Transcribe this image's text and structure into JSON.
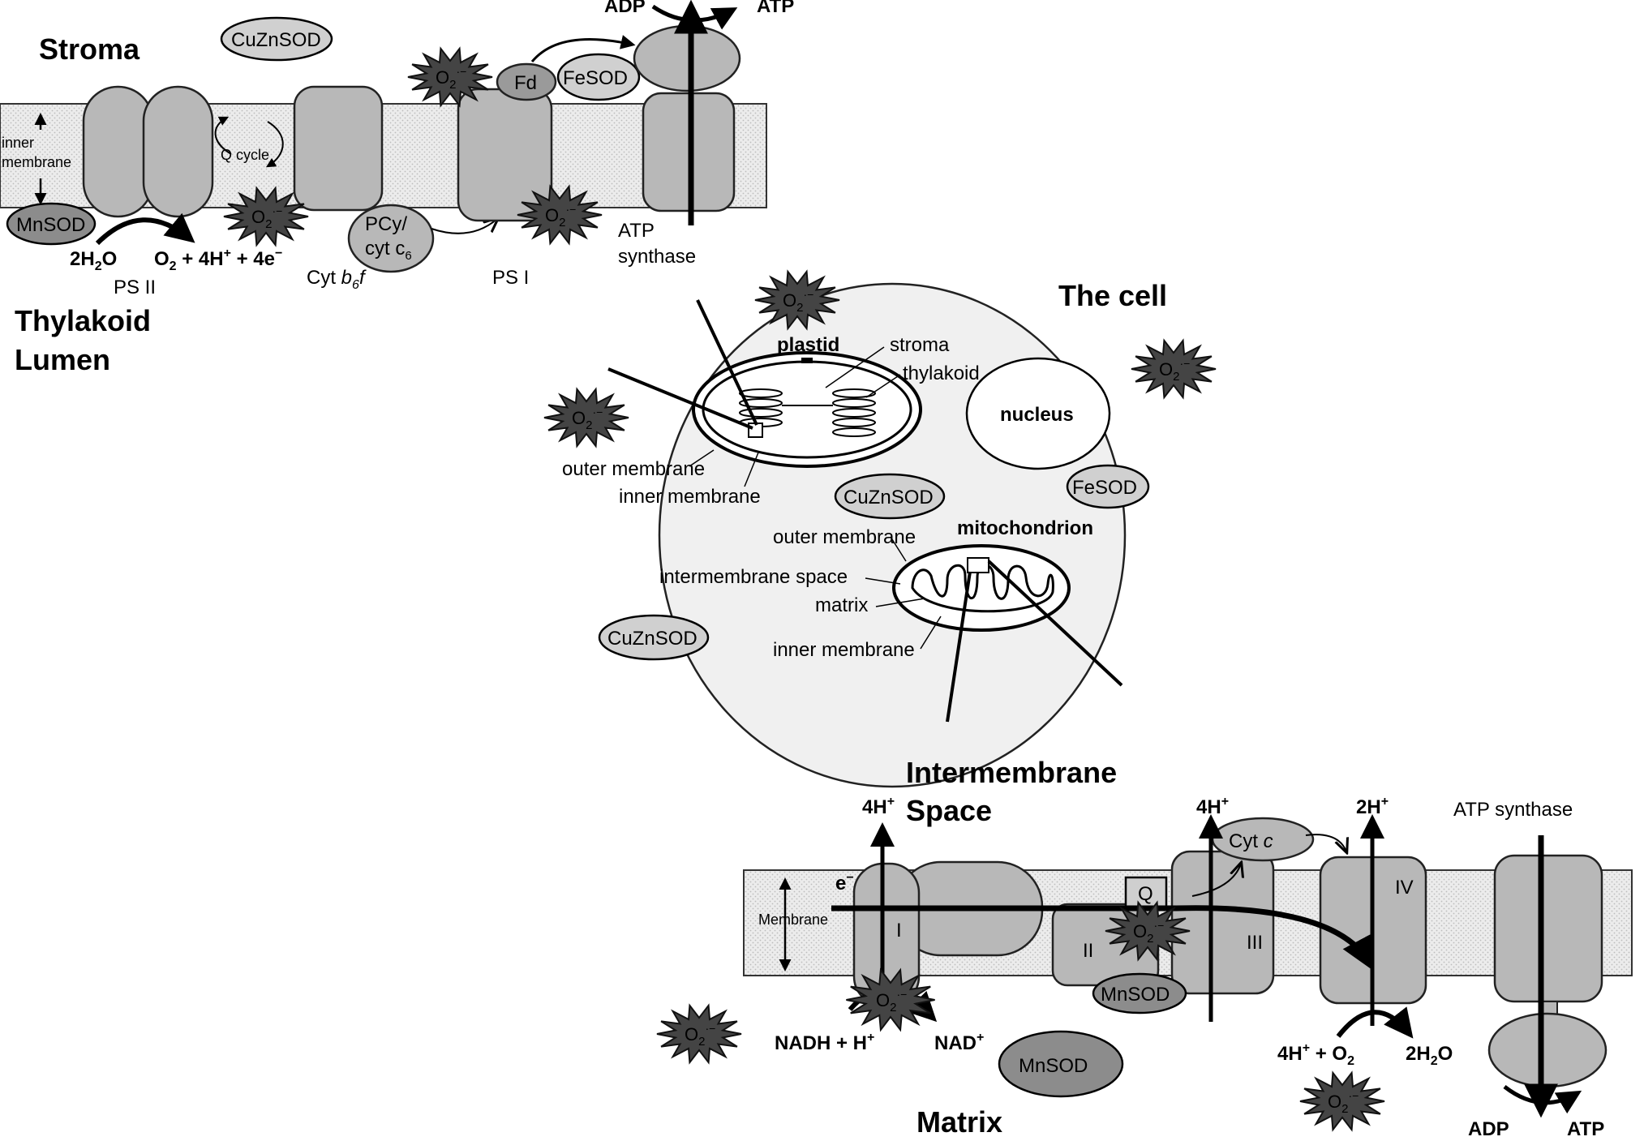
{
  "chloroplast": {
    "stroma": "Stroma",
    "lumen_line1": "Thylakoid",
    "lumen_line2": "Lumen",
    "inner_membrane_1": "inner",
    "inner_membrane_2": "membrane",
    "cuznsod": "CuZnSOD",
    "mnsod": "MnSOD",
    "fesod": "FeSOD",
    "fd": "Fd",
    "q_cycle": "Q cycle",
    "pcy_1": "PCy/",
    "pcy_2": "cyt c",
    "pcy_2_sub": "6",
    "water": "2H",
    "water_sub": "2",
    "water_o": "O",
    "o2_reaction": "O",
    "o2_reaction_sub": "2",
    "o2_reaction_rest": " + 4H",
    "o2_reaction_sup": "+",
    "o2_reaction_end": " + 4e",
    "o2_reaction_minus": "−",
    "psii": "PS II",
    "cytb6f_pre": "Cyt ",
    "cytb6f_b": "b",
    "cytb6f_sub": "6",
    "cytb6f_f": "f",
    "psi": "PS I",
    "atp_synthase_1": "ATP",
    "atp_synthase_2": "synthase",
    "adp": "ADP",
    "atp": "ATP"
  },
  "cell": {
    "title": "The cell",
    "plastid": "plastid",
    "stroma": "stroma",
    "thylakoid": "thylakoid",
    "nucleus": "nucleus",
    "plastid_outer": "outer membrane",
    "plastid_inner": "inner membrane",
    "cuznsod_in": "CuZnSOD",
    "fesod": "FeSOD",
    "mitochondrion": "mitochondrion",
    "mito_outer": "outer membrane",
    "intermembrane": "intermembrane space",
    "matrix": "matrix",
    "mito_inner": "inner membrane",
    "cuznsod_out": "CuZnSOD"
  },
  "mitochondria": {
    "ims_1": "Intermembrane",
    "ims_2": "Space",
    "matrix": "Matrix",
    "membrane": "Membrane",
    "h4_left": "4H",
    "h4_mid": "4H",
    "h2": "2H",
    "plus": "+",
    "electron": "e",
    "electron_sup": "−",
    "complex_i": "I",
    "complex_ii": "II",
    "complex_iii": "III",
    "complex_iv": "IV",
    "q": "Q",
    "cyt_c_pre": "Cyt ",
    "cyt_c": "c",
    "atp_synthase": "ATP synthase",
    "mnsod_membrane": "MnSOD",
    "mnsod_matrix": "MnSOD",
    "nadh": "NADH + H",
    "nad": "NAD",
    "o2_left": "4H",
    "o2_mid": " + O",
    "o2_sub": "2",
    "water": "2H",
    "water_sub": "2",
    "water_o": "O",
    "adp": "ADP",
    "atp": "ATP"
  },
  "superoxide": {
    "label": "O",
    "sub": "2",
    "sup": "·−"
  }
}
